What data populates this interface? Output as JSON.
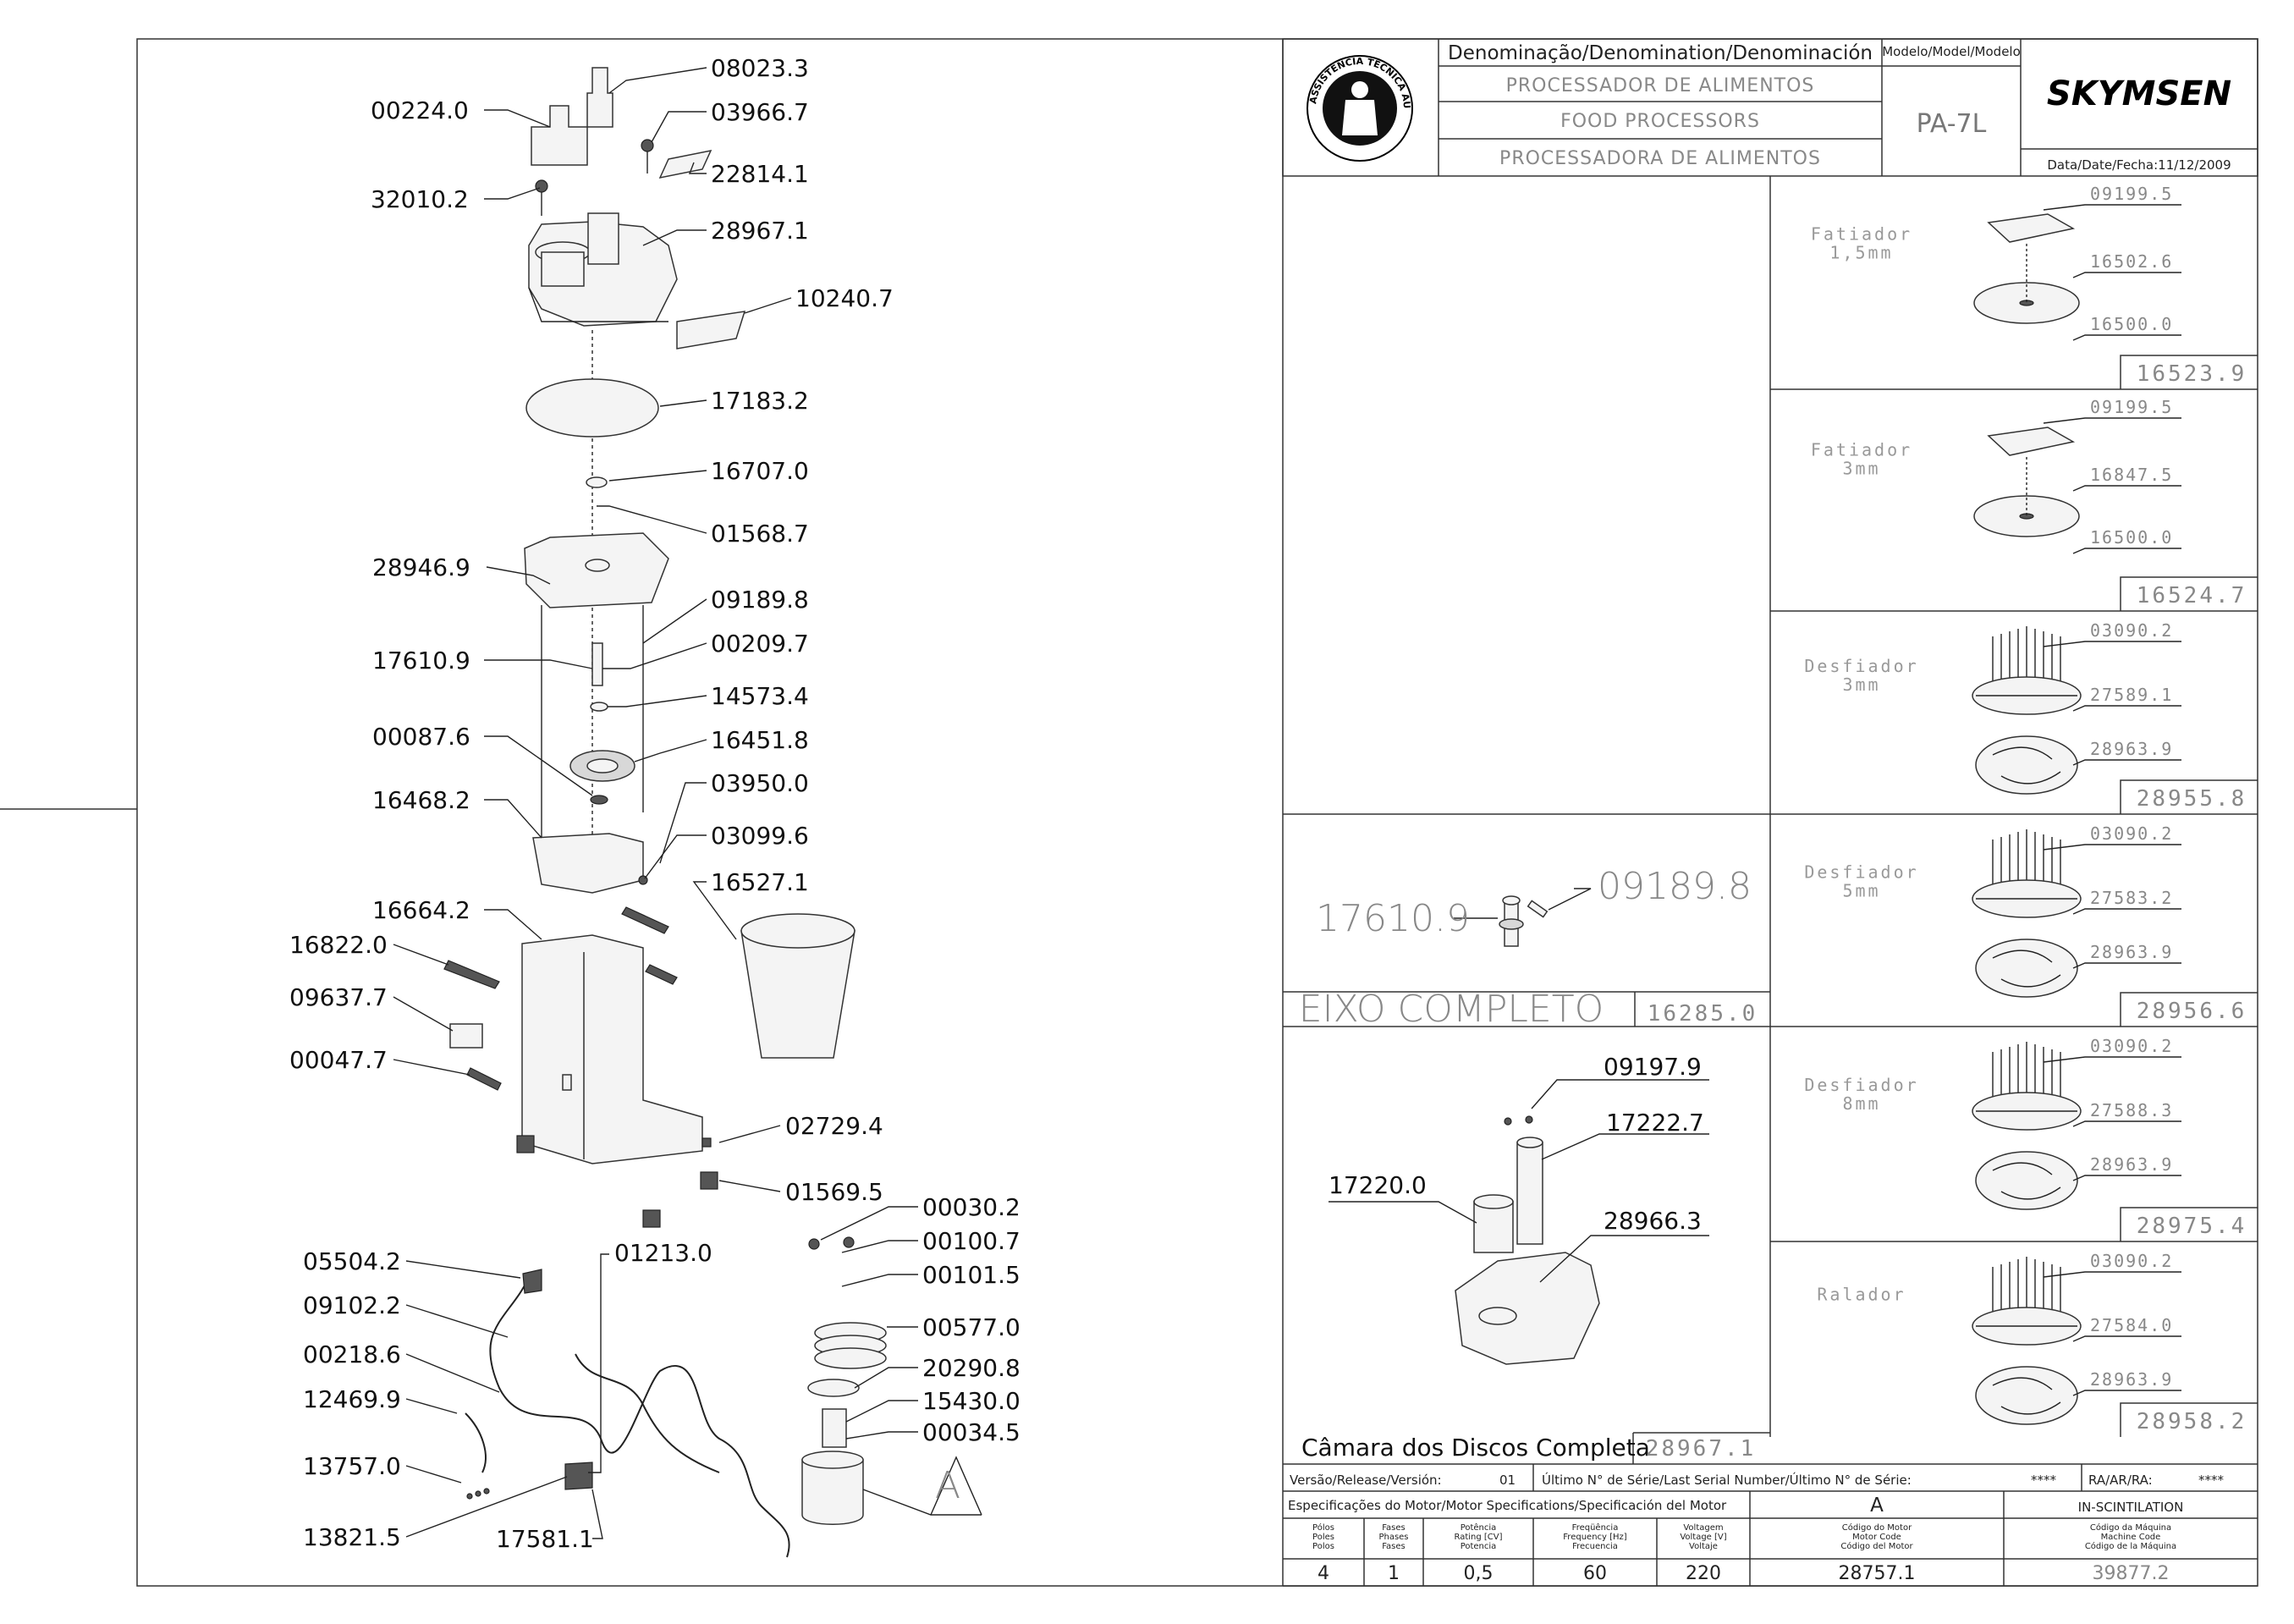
{
  "title_block": {
    "denomination_header": "Denominação/Denomination/Denominación",
    "model_header": "Modelo/Model/Modelo",
    "name_pt": "PROCESSADOR DE ALIMENTOS",
    "name_en": "FOOD PROCESSORS",
    "name_es": "PROCESSADORA DE ALIMENTOS",
    "model": "PA-7L",
    "brand": "SKYMSEN",
    "date_label": "Data/Date/Fecha:11/12/2009",
    "seal_text": "ASSISTÊNCIA TÉCNICA AUTORIZADA"
  },
  "main_parts": [
    "08023.3",
    "00224.0",
    "03966.7",
    "22814.1",
    "32010.2",
    "28967.1",
    "10240.7",
    "17183.2",
    "16707.0",
    "01568.7",
    "28946.9",
    "09189.8",
    "00209.7",
    "17610.9",
    "14573.4",
    "16451.8",
    "00087.6",
    "03950.0",
    "16468.2",
    "03099.6",
    "16527.1",
    "16664.2",
    "16822.0",
    "09637.7",
    "00047.7",
    "02729.4",
    "01569.5",
    "00030.2",
    "00100.7",
    "00101.5",
    "00577.0",
    "20290.8",
    "15430.0",
    "00034.5",
    "05504.2",
    "01213.0",
    "09102.2",
    "00218.6",
    "12469.9",
    "13757.0",
    "13821.5",
    "17581.1"
  ],
  "motor_detail_label": "A",
  "disc_panels": [
    {
      "name": "Fatiador",
      "size": "1,5mm",
      "parts": [
        "09199.5",
        "16502.6",
        "16500.0"
      ],
      "code": "16523.9"
    },
    {
      "name": "Fatiador",
      "size": "3mm",
      "parts": [
        "09199.5",
        "16847.5",
        "16500.0"
      ],
      "code": "16524.7"
    },
    {
      "name": "Desfiador",
      "size": "3mm",
      "parts": [
        "03090.2",
        "27589.1",
        "28963.9"
      ],
      "code": "28955.8"
    },
    {
      "name": "Desfiador",
      "size": "5mm",
      "parts": [
        "03090.2",
        "27583.2",
        "28963.9"
      ],
      "code": "28956.6"
    },
    {
      "name": "Desfiador",
      "size": "8mm",
      "parts": [
        "03090.2",
        "27588.3",
        "28963.9"
      ],
      "code": "28975.4"
    },
    {
      "name": "Ralador",
      "size": "",
      "parts": [
        "03090.2",
        "27584.0",
        "28963.9"
      ],
      "code": "28958.2"
    }
  ],
  "shaft_panel": {
    "parts": [
      "17610.9",
      "09189.8"
    ],
    "title": "EIXO COMPLETO",
    "code": "16285.0"
  },
  "chamber_panel": {
    "parts": [
      "09197.9",
      "17222.7",
      "17220.0",
      "28966.3"
    ],
    "title": "Câmara dos Discos Completa",
    "code": "28967.1"
  },
  "bottom_table": {
    "version_label": "Versão/Release/Versión:",
    "version_value": "01",
    "serial_label": "Último N° de Série/Last Serial Number/Último N° de Série:",
    "serial_value": "****",
    "ra_label": "RA/AR/RA:",
    "ra_value": "****",
    "motor_spec_label": "Especificações do Motor/Motor Specifications/Specificación del Motor",
    "motor_letter": "A",
    "scintilation": "IN-SCINTILATION",
    "headers": [
      [
        "Pólos",
        "Poles",
        "Polos"
      ],
      [
        "Fases",
        "Phases",
        "Fases"
      ],
      [
        "Potência",
        "Rating [CV]",
        "Potencia"
      ],
      [
        "Freqüência",
        "Frequency [Hz]",
        "Frecuencia"
      ],
      [
        "Voltagem",
        "Voltage [V]",
        "Voltaje"
      ],
      [
        "Código do Motor",
        "Motor Code",
        "Código del Motor"
      ],
      [
        "Código da Máquina",
        "Machine Code",
        "Código de la Máquina"
      ]
    ],
    "values": [
      "4",
      "1",
      "0,5",
      "60",
      "220",
      "28757.1",
      "39877.2"
    ]
  }
}
